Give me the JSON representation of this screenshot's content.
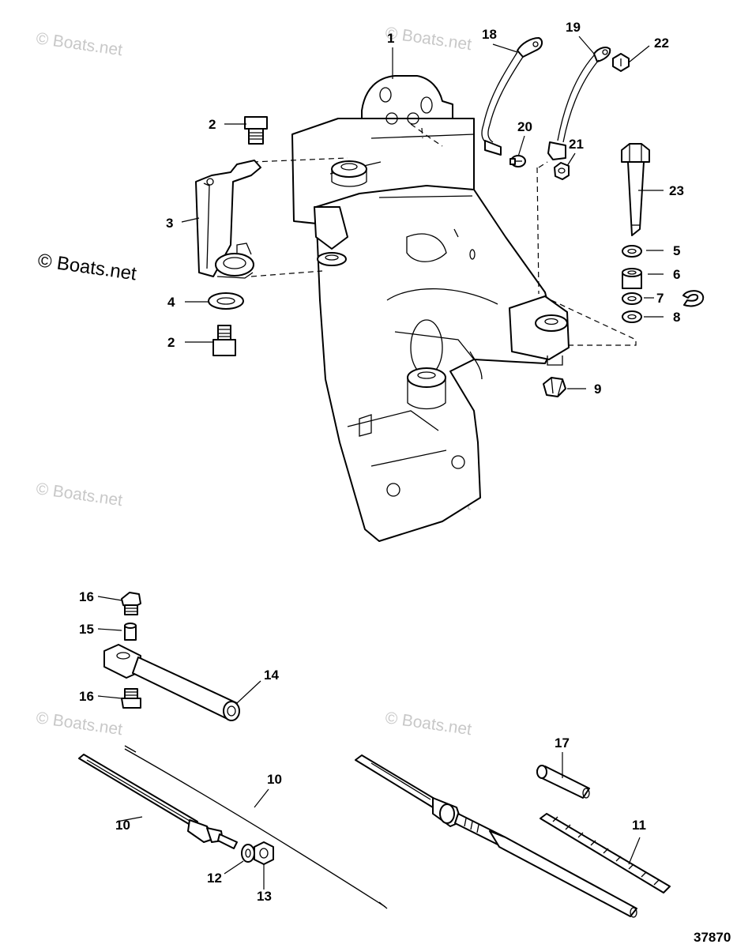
{
  "watermarks": {
    "light": "© Boats.net",
    "dark": "© Boats.net"
  },
  "figure_number": "37870",
  "callouts": {
    "c1": "1",
    "c2a": "2",
    "c2b": "2",
    "c3": "3",
    "c4": "4",
    "c5": "5",
    "c6": "6",
    "c7": "7",
    "c8": "8",
    "c9": "9",
    "c10a": "10",
    "c10b": "10",
    "c11": "11",
    "c12": "12",
    "c13": "13",
    "c14": "14",
    "c15": "15",
    "c16a": "16",
    "c16b": "16",
    "c17": "17",
    "c18": "18",
    "c19": "19",
    "c20": "20",
    "c21": "21",
    "c22": "22",
    "c23": "23"
  }
}
